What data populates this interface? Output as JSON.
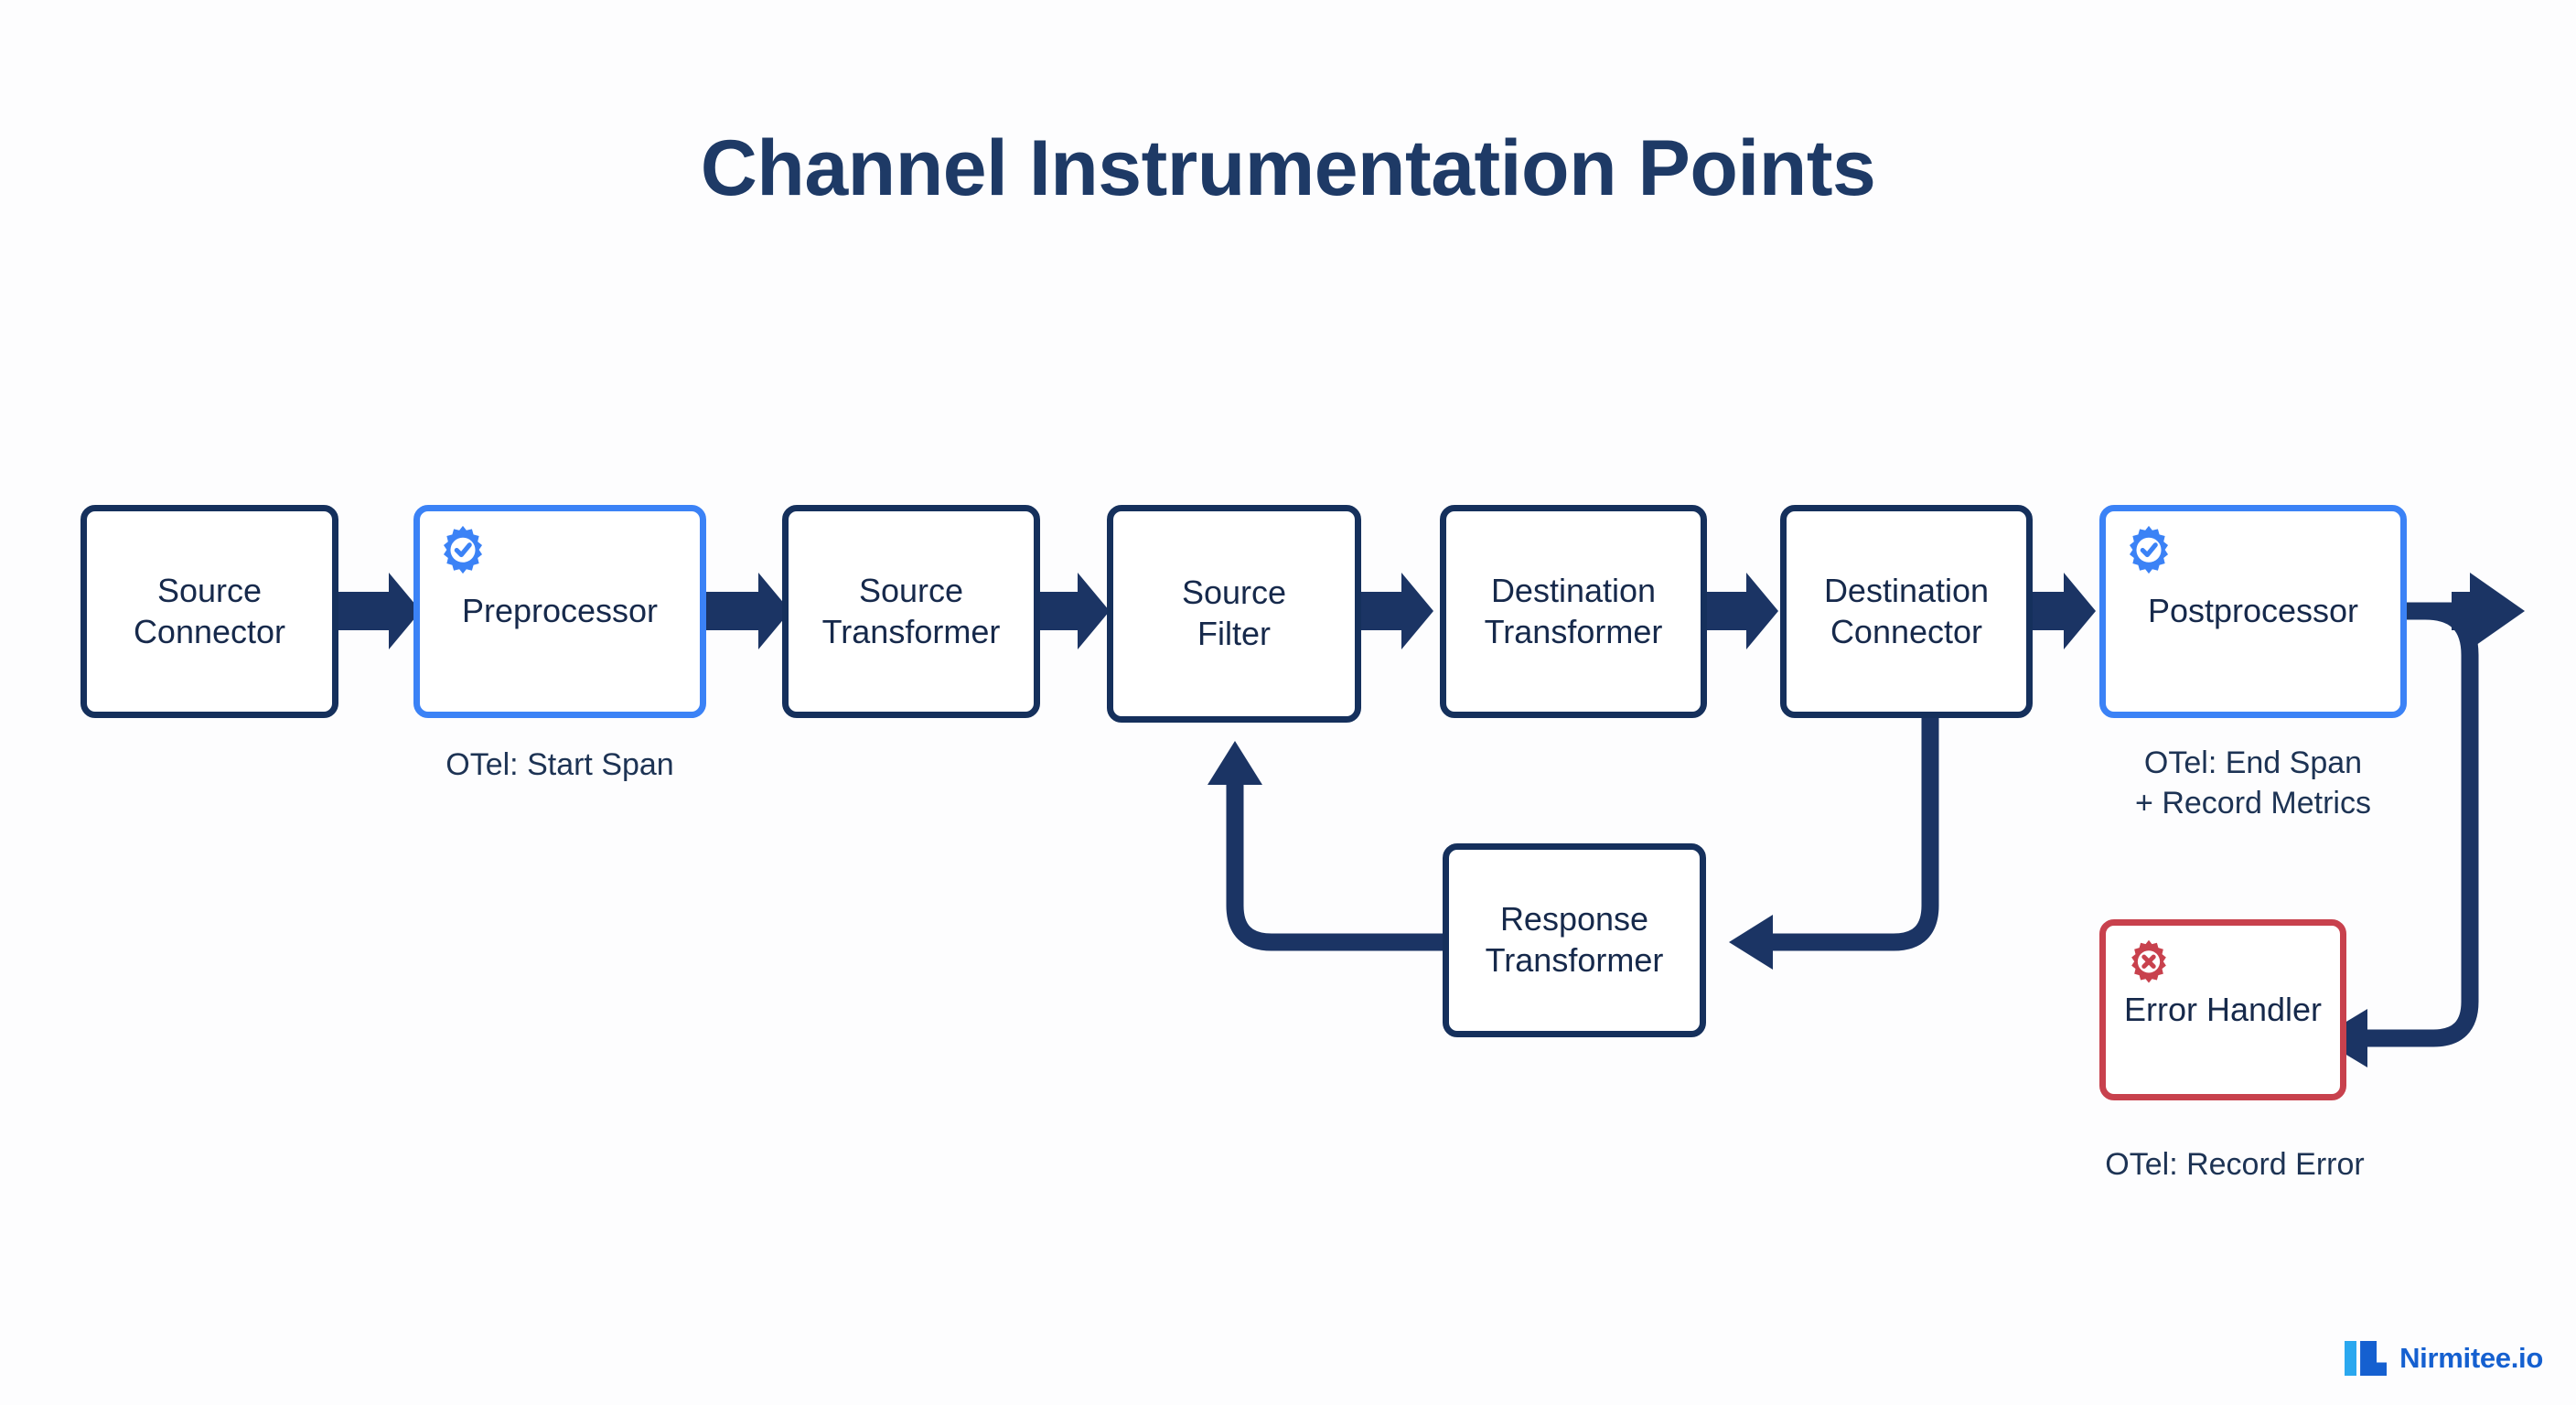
{
  "page": {
    "title": "Channel Instrumentation Points",
    "background_color": "#fdfdfe",
    "title_color": "#1e3a66"
  },
  "palette": {
    "navy": "#15305c",
    "blue": "#3b82f6",
    "red": "#c8414d",
    "text": "#16294b",
    "arrow": "#1b3464"
  },
  "nodes": {
    "source_connector": {
      "label": "Source\nConnector",
      "border": "navy",
      "icon": null
    },
    "preprocessor": {
      "label": "Preprocessor",
      "border": "blue",
      "icon": "gear-check-icon"
    },
    "source_transformer": {
      "label": "Source\nTransformer",
      "border": "navy",
      "icon": null
    },
    "source_filter": {
      "label": "Source\nFilter",
      "border": "navy",
      "icon": null
    },
    "destination_transformer": {
      "label": "Destination\nTransformer",
      "border": "navy",
      "icon": null
    },
    "destination_connector": {
      "label": "Destination\nConnector",
      "border": "navy",
      "icon": null
    },
    "postprocessor": {
      "label": "Postprocessor",
      "border": "blue",
      "icon": "gear-check-icon"
    },
    "response_transformer": {
      "label": "Response\nTransformer",
      "border": "navy",
      "icon": null
    },
    "error_handler": {
      "label": "Error Handler",
      "border": "red",
      "icon": "gear-error-icon"
    }
  },
  "annotations": {
    "start_span": "OTel: Start Span",
    "end_span": "OTel: End Span\n+ Record Metrics",
    "record_error": "OTel: Record Error"
  },
  "brand": {
    "name": "Nirmitee.io",
    "mark_light": "#2aa8ef",
    "mark_dark": "#1560d0"
  }
}
